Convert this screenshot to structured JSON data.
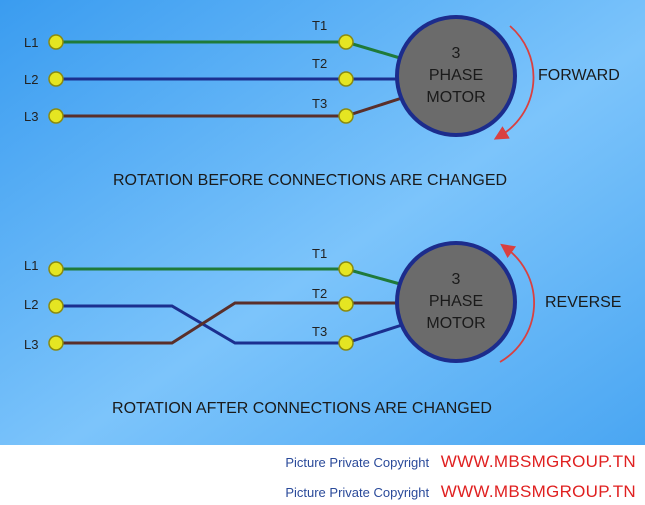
{
  "diagram_top": {
    "line_labels": [
      "L1",
      "L2",
      "L3"
    ],
    "terminal_labels": [
      "T1",
      "T2",
      "T3"
    ],
    "motor_lines": [
      "3",
      "PHASE",
      "MOTOR"
    ],
    "direction": "FORWARD",
    "caption": "ROTATION BEFORE CONNECTIONS ARE CHANGED"
  },
  "diagram_bottom": {
    "line_labels": [
      "L1",
      "L2",
      "L3"
    ],
    "terminal_labels": [
      "T1",
      "T2",
      "T3"
    ],
    "motor_lines": [
      "3",
      "PHASE",
      "MOTOR"
    ],
    "direction": "REVERSE",
    "caption": "ROTATION AFTER CONNECTIONS ARE CHANGED"
  },
  "footer": [
    {
      "copyright": "Picture Private Copyright",
      "site": "WWW.MBSMGROUP.TN"
    },
    {
      "copyright": "Picture Private Copyright",
      "site": "WWW.MBSMGROUP.TN"
    }
  ],
  "colors": {
    "wire_l1": "#1f7a3a",
    "wire_l2": "#1b2f8f",
    "wire_l3": "#5a2f2a",
    "terminal": "#e5e522",
    "motor_fill": "#6b6b6b",
    "motor_ring": "#1c2c8c",
    "arrow": "#d94040"
  }
}
